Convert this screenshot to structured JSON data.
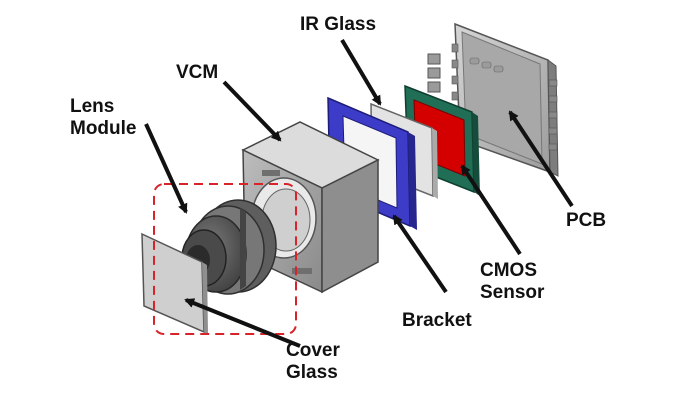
{
  "diagram": {
    "labels": {
      "lens_module": [
        "Lens",
        "Module"
      ],
      "vcm": "VCM",
      "ir_glass": "IR Glass",
      "pcb": "PCB",
      "cmos_sensor": [
        "CMOS",
        "Sensor"
      ],
      "bracket": "Bracket",
      "cover_glass": [
        "Cover",
        "Glass"
      ]
    },
    "colors": {
      "sensor_red": "#d40000",
      "sensor_board_green": "#1f6e55",
      "bracket_blue": "#3d3cc8",
      "highlight_dash_red": "#d9232a",
      "part_gray": "#b8b8b8",
      "arrow_black": "#111111"
    }
  }
}
